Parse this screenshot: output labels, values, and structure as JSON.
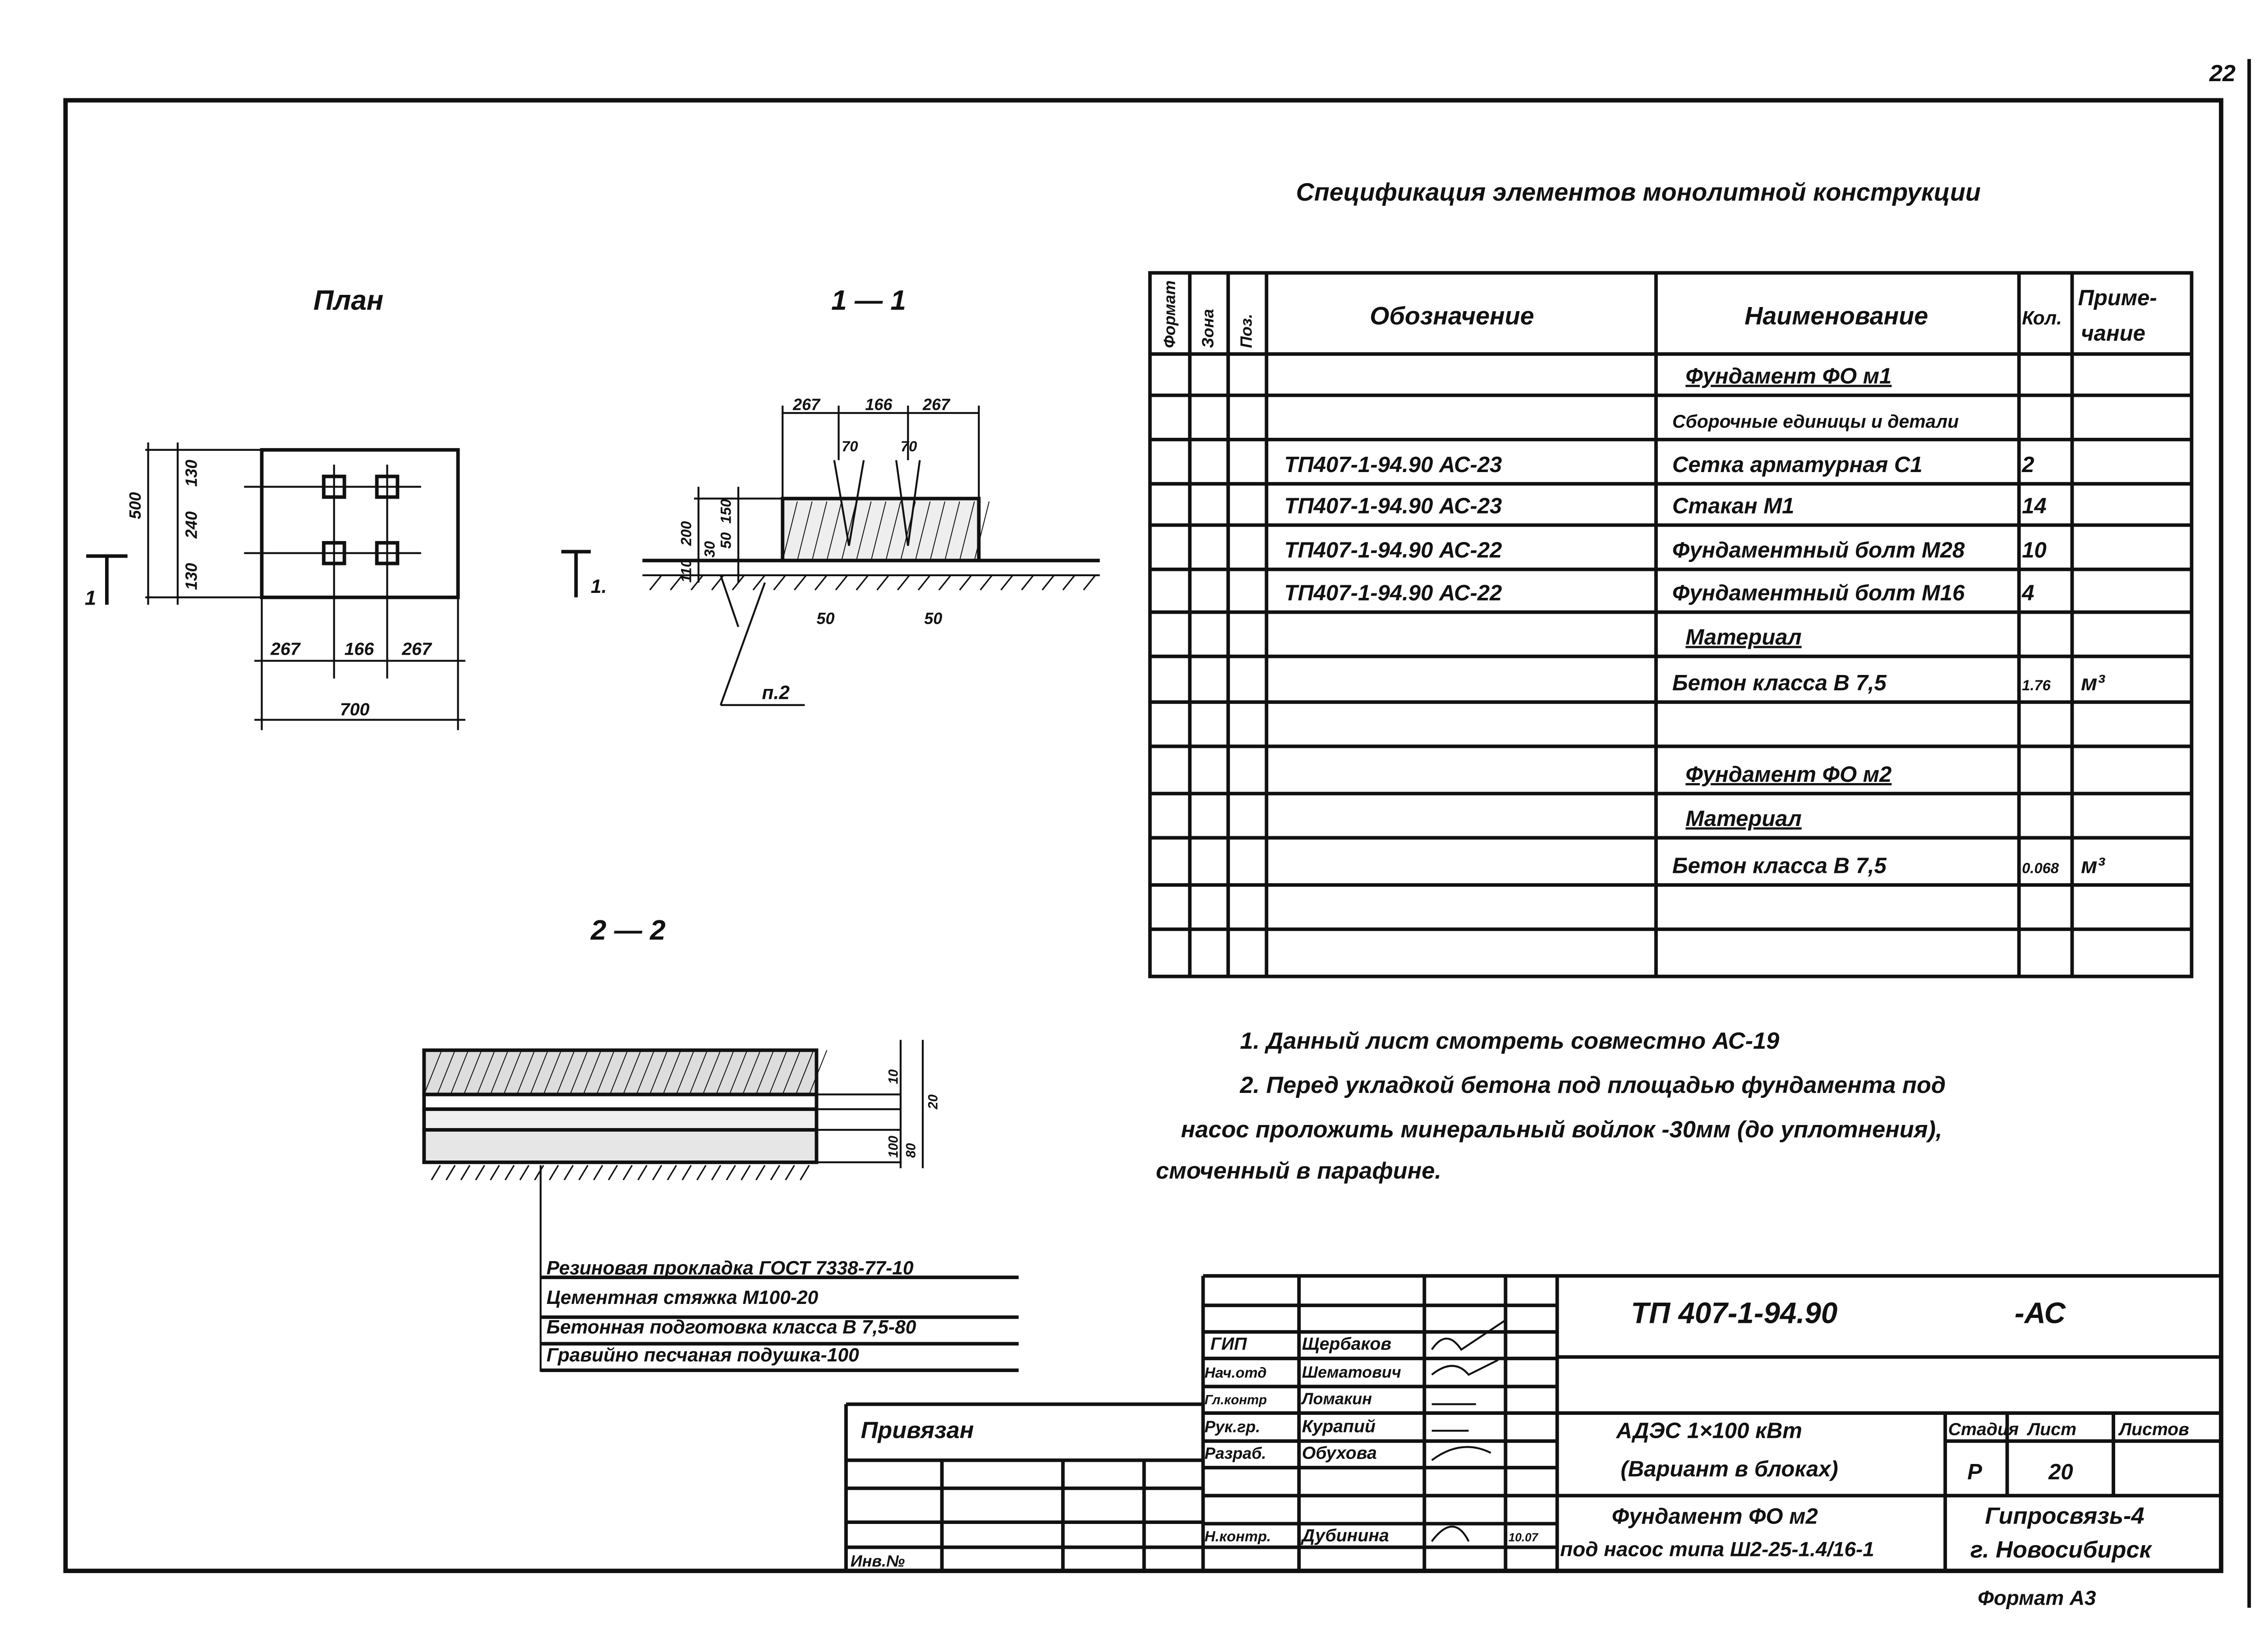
{
  "sheet_number": "22",
  "spec": {
    "title": "Спецификация элементов монолитной конструкции",
    "headers": [
      "Формат",
      "Зона",
      "Поз.",
      "Обозначение",
      "Наименование",
      "Кол.",
      "Приме-",
      "чание"
    ],
    "rows": [
      {
        "designation": "",
        "name": "Фундамент ФО м1",
        "qty": "",
        "note": "",
        "heading": true
      },
      {
        "designation": "",
        "name": "Сборочные единицы и детали",
        "qty": "",
        "note": ""
      },
      {
        "designation": "ТП407-1-94.90    АС-23",
        "name": "Сетка арматурная   С1",
        "qty": "2",
        "note": ""
      },
      {
        "designation": "ТП407-1-94.90    АС-23",
        "name": "Стакан  М1",
        "qty": "14",
        "note": ""
      },
      {
        "designation": "ТП407-1-94.90    АС-22",
        "name": "Фундаментный болт М28",
        "qty": "10",
        "note": ""
      },
      {
        "designation": "ТП407-1-94.90    АС-22",
        "name": "Фундаментный болт М16",
        "qty": "4",
        "note": ""
      },
      {
        "designation": "",
        "name": "Материал",
        "qty": "",
        "note": "",
        "heading": true
      },
      {
        "designation": "",
        "name": "Бетон класса В 7,5",
        "qty": "1.76",
        "note": "м³"
      },
      {
        "designation": "",
        "name": "",
        "qty": "",
        "note": ""
      },
      {
        "designation": "",
        "name": "Фундамент ФО м2",
        "qty": "",
        "note": "",
        "heading": true
      },
      {
        "designation": "",
        "name": "Материал",
        "qty": "",
        "note": "",
        "heading": true
      },
      {
        "designation": "",
        "name": "Бетон класса В 7,5",
        "qty": "0.068",
        "note": "м³"
      },
      {
        "designation": "",
        "name": "",
        "qty": "",
        "note": ""
      },
      {
        "designation": "",
        "name": "",
        "qty": "",
        "note": ""
      }
    ]
  },
  "plan": {
    "title": "План",
    "dims_h": [
      "267",
      "166",
      "267"
    ],
    "dim_total": "700",
    "dims_v": [
      "130",
      "240",
      "130"
    ],
    "dim_v_total": "500",
    "section_mark": "1"
  },
  "section1": {
    "title": "1 — 1",
    "dims_top": [
      "267",
      "166",
      "267"
    ],
    "dims_bolt": [
      "70",
      "70"
    ],
    "dims_left": [
      "200",
      "50",
      "150",
      "30",
      "110"
    ],
    "dims_bottom": [
      "50",
      "50"
    ],
    "callout": "п.2",
    "section_mark": "1."
  },
  "section2": {
    "title": "2 — 2",
    "dims_right": [
      "10",
      "20",
      "100",
      "80"
    ]
  },
  "legend": [
    "Резиновая прокладка ГОСТ 7338-77-10",
    "Цементная стяжка  М100-20",
    "Бетонная подготовка класса В 7,5-80",
    "Гравийно песчаная подушка-100"
  ],
  "notes": [
    "1. Данный лист смотреть совместно    АС-19",
    "2. Перед укладкой бетона под площадью фундамента под",
    "насос проложить минеральный войлок -30мм (до уплотнения),",
    "смоченный в парафине."
  ],
  "title_block": {
    "code": "ТП  407-1-94.90",
    "suffix": "-АС",
    "staff": [
      {
        "role": "ГИП",
        "name": "Щербаков"
      },
      {
        "role": "Нач.отд",
        "name": "Шематович"
      },
      {
        "role": "Гл.контр",
        "name": "Ломакин"
      },
      {
        "role": "Рук.гр.",
        "name": "Курапий"
      },
      {
        "role": "Разраб.",
        "name": "Обухова"
      },
      {
        "role": "Н.контр.",
        "name": "Дубинина"
      }
    ],
    "date": "10.07",
    "project": "АДЭС   1×100 кВт",
    "project_sub": "(Вариант в блоках)",
    "stage_label": "Стадия",
    "sheet_label": "Лист",
    "sheets_label": "Листов",
    "stage": "Р",
    "sheet": "20",
    "drawing": "Фундамент  ФО м2",
    "drawing_sub": "под насос типа Ш2-25-1.4/16-1",
    "org": "Гипросвязь-4",
    "city": "г. Новосибирск",
    "bound": "Привязан",
    "inv": "Инв.№",
    "format": "Формат А3"
  }
}
